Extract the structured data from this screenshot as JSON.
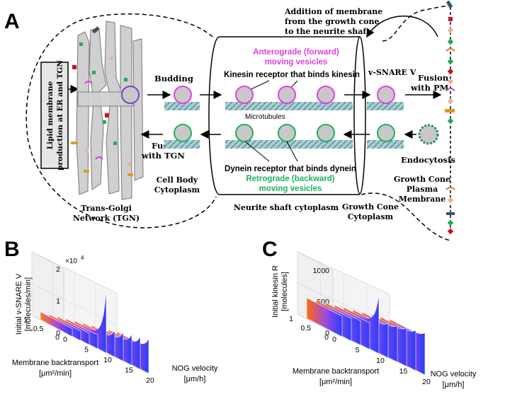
{
  "panel_a": {
    "letter": "A",
    "lipid_box": [
      "Lipid membrane",
      "production at ER and TGN"
    ],
    "budding": "Budding",
    "fusion_tgn": [
      "Fusion",
      "with TGN"
    ],
    "cell_body": [
      "Cell Body",
      "Cytoplasm"
    ],
    "tgn": [
      "Trans-Golgi",
      "Network (TGN)"
    ],
    "anterograde": [
      "Anterograde (forward)",
      "moving vesicles"
    ],
    "kinesin_receptor": "Kinesin receptor that binds kinesin",
    "microtubules": "Microtubules",
    "dynein_receptor": "Dynein receptor that binds dynein",
    "retrograde": [
      "Retrograde (backward)",
      "moving vesicles"
    ],
    "neurite_shaft": "Neurite shaft cytoplasm",
    "addition": [
      "Addition of membrane",
      "from the growth cone",
      "to the neurite shaft"
    ],
    "vsnare": "v-SNARE V",
    "fusion_pm": [
      "Fusion",
      "with PM"
    ],
    "endocytosis": "Endocytosis",
    "growth_cone_pm": [
      "Growth Cone",
      "Plasma",
      "Membrane"
    ],
    "growth_cone_cyto": [
      "Growth Cone",
      "Cytoplasm"
    ],
    "colors": {
      "anterograde": "#e040e0",
      "retrograde": "#20b060",
      "vesicle_fill": "#c8c8c8",
      "tgn_fill": "#d0d0d0",
      "microtubule": "#60a0d0"
    }
  },
  "panel_b": {
    "letter": "B",
    "zlabel": [
      "Initial v-SNARE V",
      "[molecules/min]"
    ],
    "exponent": "×10",
    "exponent_power": "4",
    "z_ticks": [
      "0",
      "1",
      "2"
    ],
    "y_ticks": [
      "1",
      "0.5",
      "0"
    ],
    "x_ticks": [
      "0",
      "5",
      "10",
      "15",
      "20"
    ],
    "ylabel": [
      "Membrane backtransport",
      "[μm²/min]"
    ],
    "xlabel": [
      "NOG velocity",
      "[μm/h]"
    ]
  },
  "panel_c": {
    "letter": "C",
    "zlabel": [
      "Initial kinesin R",
      "[molecules]"
    ],
    "z_ticks": [
      "0",
      "500",
      "1000"
    ],
    "y_ticks": [
      "1",
      "0.5",
      "0"
    ],
    "x_ticks": [
      "0",
      "5",
      "10",
      "15",
      "20"
    ],
    "ylabel": [
      "Membrane backtransport",
      "[μm²/min]"
    ],
    "xlabel": [
      "NOG velocity",
      "[μm/h]"
    ]
  },
  "chart_data": [
    {
      "type": "area",
      "title": "",
      "xlabel": "NOG velocity [μm/h]",
      "ylabel": "Membrane backtransport [μm²/min]",
      "zlabel": "Initial v-SNARE V [molecules/min]",
      "xlim": [
        0,
        20
      ],
      "ylim": [
        0,
        1
      ],
      "zlim": [
        0,
        20000
      ],
      "z_scale_note": "×10^4",
      "x": [
        2,
        4,
        6,
        8,
        10,
        12,
        14,
        16,
        18,
        20
      ],
      "surface_z_at_y0": [
        2500,
        3000,
        3600,
        4200,
        4800,
        5400,
        6000,
        6600,
        7200,
        7800
      ],
      "surface_z_at_y1": [
        2500,
        3000,
        3600,
        4200,
        4800,
        5400,
        6000,
        6600,
        7200,
        7800
      ],
      "surface_z_peak": [
        2500,
        3000,
        3600,
        4500,
        20000,
        8500,
        9200,
        9800,
        10400,
        11000
      ],
      "grid": true
    },
    {
      "type": "area",
      "title": "",
      "xlabel": "NOG velocity [μm/h]",
      "ylabel": "Membrane backtransport [μm²/min]",
      "zlabel": "Initial kinesin R [molecules]",
      "xlim": [
        0,
        20
      ],
      "ylim": [
        0,
        1
      ],
      "zlim": [
        0,
        1000
      ],
      "x": [
        2,
        4,
        6,
        8,
        10,
        12,
        14,
        16,
        18,
        20
      ],
      "surface_z_at_y0": [
        330,
        360,
        390,
        420,
        450,
        480,
        510,
        540,
        570,
        600
      ],
      "surface_z_at_y1": [
        330,
        360,
        390,
        420,
        450,
        480,
        510,
        540,
        570,
        600
      ],
      "surface_z_peak": [
        330,
        360,
        390,
        430,
        950,
        560,
        590,
        620,
        650,
        680
      ],
      "grid": true
    }
  ]
}
